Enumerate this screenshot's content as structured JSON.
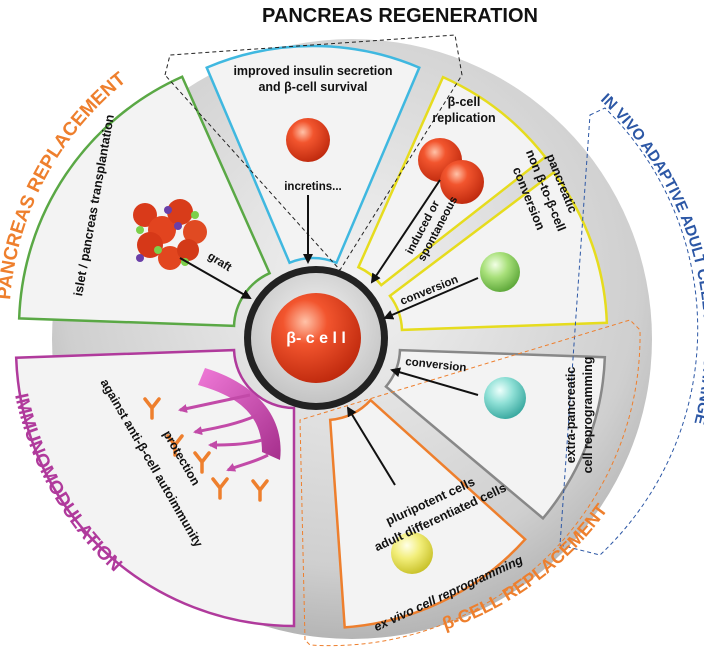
{
  "ring_labels": {
    "pancreas_regeneration": "PANCREAS   REGENERATION",
    "pancreas_replacement": "PANCREAS REPLACEMENT",
    "immunomodulation": "IMMUNOMODULATION",
    "beta_cell_replacement": "β-CELL REPLACEMENT",
    "in_vivo_fate_change": "IN VIVO ADAPTIVE ADULT CELL FATE CHANGE"
  },
  "center": {
    "label": "β- c e l l"
  },
  "sectors": {
    "incretins": {
      "title_line1": "improved insulin secretion",
      "title_line2": "and β-cell survival",
      "agent": "incretins..."
    },
    "replication": {
      "title_line1": "β-cell",
      "title_line2": "replication",
      "mode_line1": "induced or",
      "mode_line2": "spontaneous"
    },
    "pancreatic_conversion": {
      "line1": "pancreatic",
      "line2": "non β-to-β-cell",
      "line3": "conversion",
      "arrow": "conversion"
    },
    "extra_pancreatic": {
      "line1": "extra-pancreatic",
      "line2": "cell reprogramming",
      "arrow": "conversion"
    },
    "ex_vivo": {
      "line1": "pluripotent cells",
      "line2": "adult differentiated cells",
      "line3": "ex vivo cell reprogramming"
    },
    "immuno": {
      "line1": "protection",
      "line2": "against anti-β-cell autoimmunity"
    },
    "islet": {
      "title": "islet / pancreas transplantation",
      "arrow": "graft"
    }
  },
  "colors": {
    "green": "#5aa845",
    "cyan": "#3fb8e0",
    "yellow": "#e6dc1e",
    "orange": "#ee7f2d",
    "blue": "#2c57a5",
    "magenta": "#b03a9c",
    "sector_fill": "#f3f3f3",
    "outer_disc": "#cfcfcf"
  }
}
